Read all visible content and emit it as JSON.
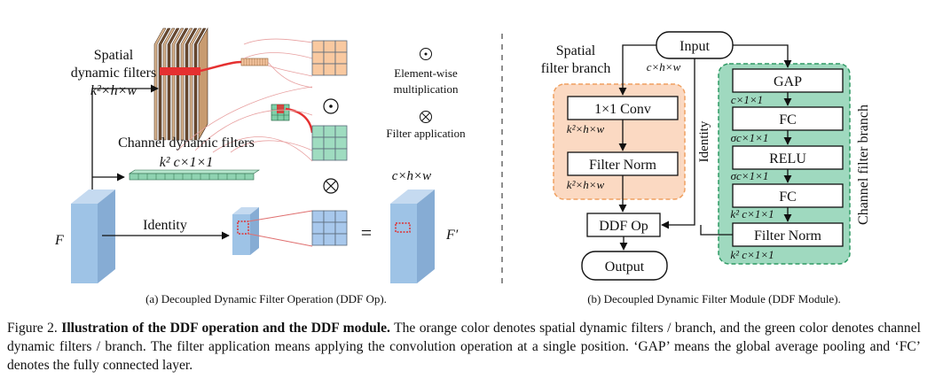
{
  "left": {
    "spatial_label_1": "Spatial",
    "spatial_label_2": "dynamic filters",
    "spatial_dims": "k²×h×w",
    "channel_label": "Channel dynamic filters",
    "channel_dims": "k² c×1×1",
    "elementwise_1": "Element-wise",
    "elementwise_2": "multiplication",
    "filter_app": "Filter application",
    "identity": "Identity",
    "input_F": "F",
    "output_F": "F′",
    "out_dims": "c×h×w",
    "equals": "=",
    "caption": "(a) Decoupled Dynamic Filter Operation (DDF Op)."
  },
  "right": {
    "input": "Input",
    "input_dims": "c×h×w",
    "spatial_branch_1": "Spatial",
    "spatial_branch_2": "filter branch",
    "conv": "1×1 Conv",
    "conv_dims": "k²×h×w",
    "filter_norm_s": "Filter Norm",
    "norm_dims": "k²×h×w",
    "ddf_op": "DDF Op",
    "output": "Output",
    "identity": "Identity",
    "gap": "GAP",
    "gap_dims": "c×1×1",
    "fc1": "FC",
    "fc1_dims": "σc×1×1",
    "relu": "RELU",
    "relu_dims": "σc×1×1",
    "fc2": "FC",
    "fc2_dims": "k² c×1×1",
    "filter_norm_c": "Filter Norm",
    "norm_c_dims": "k² c×1×1",
    "channel_branch": "Channel filter branch",
    "caption": "(b) Decoupled Dynamic Filter Module (DDF Module)."
  },
  "figure": {
    "label": "Figure 2.",
    "title": "Illustration of the DDF operation and the DDF module.",
    "body": "The orange color denotes spatial dynamic filters / branch, and the green color denotes channel dynamic filters / branch. The filter application means applying the convolution operation at a single position. ‘GAP’ means the global average pooling and ‘FC’ denotes the fully connected layer."
  },
  "colors": {
    "orange_fill": "#fbd9c2",
    "orange_stroke": "#f0a060",
    "green_fill": "#9fd9bf",
    "green_stroke": "#2f9a64",
    "feature_blue": "#9ec3e6",
    "grid_blue": "#a8c8ec",
    "grid_orange": "#f9c9a0",
    "grid_green": "#9fdcc0",
    "red": "#e02020"
  }
}
